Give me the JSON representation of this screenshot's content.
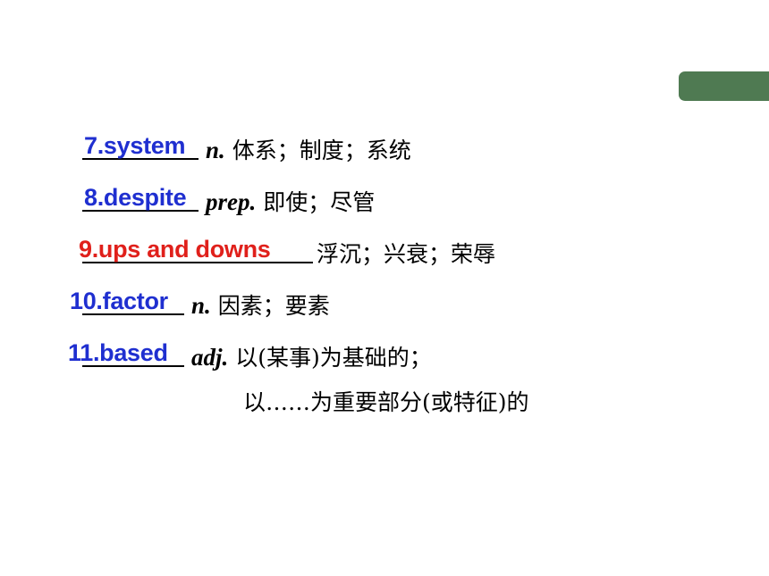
{
  "colors": {
    "tab": "#4f7a52",
    "answer_blue": "#1f2fd0",
    "answer_red": "#e0201b"
  },
  "items": [
    {
      "answer": "7.system",
      "pos": "n.",
      "definition": " 体系；制度；系统"
    },
    {
      "answer": "8.despite",
      "pos": "prep.",
      "definition": " 即使；尽管"
    },
    {
      "answer": "9.ups and downs",
      "pos": "",
      "definition": " 浮沉；兴衰；荣辱"
    },
    {
      "answer": "10.factor",
      "pos": "n.",
      "definition": " 因素；要素"
    },
    {
      "answer": "11.based",
      "pos": "adj.",
      "definition": " 以(某事)为基础的；"
    }
  ],
  "continuation": "以……为重要部分(或特征)的"
}
